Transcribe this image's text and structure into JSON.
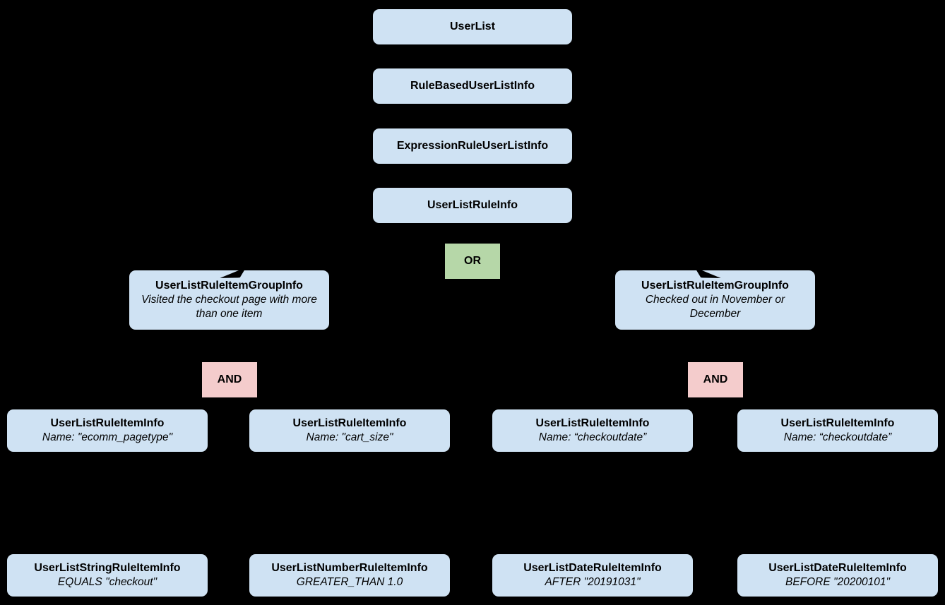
{
  "diagram": {
    "background": "#000000",
    "colors": {
      "node_fill": "#cfe2f3",
      "or_fill": "#b6d7a8",
      "and_fill": "#f4cccc",
      "text": "#000000"
    },
    "chain": [
      {
        "label": "UserList"
      },
      {
        "label": "RuleBasedUserListInfo"
      },
      {
        "label": "ExpressionRuleUserListInfo"
      },
      {
        "label": "UserListRuleInfo"
      }
    ],
    "or_label": "OR",
    "and_left_label": "AND",
    "and_right_label": "AND",
    "groups": [
      {
        "title": "UserListRuleItemGroupInfo",
        "subtitle": "Visited the checkout page with more than one item"
      },
      {
        "title": "UserListRuleItemGroupInfo",
        "subtitle": "Checked out in November or December"
      }
    ],
    "rule_items": [
      {
        "title": "UserListRuleItemInfo",
        "subtitle": "Name: \"ecomm_pagetype\""
      },
      {
        "title": "UserListRuleItemInfo",
        "subtitle": "Name: \"cart_size\""
      },
      {
        "title": "UserListRuleItemInfo",
        "subtitle": "Name: “checkoutdate”"
      },
      {
        "title": "UserListRuleItemInfo",
        "subtitle": "Name: “checkoutdate”"
      }
    ],
    "leaves": [
      {
        "title": "UserListStringRuleItemInfo",
        "subtitle": "EQUALS \"checkout\""
      },
      {
        "title": "UserListNumberRuleItemInfo",
        "subtitle": "GREATER_THAN 1.0"
      },
      {
        "title": "UserListDateRuleItemInfo",
        "subtitle": "AFTER \"20191031\""
      },
      {
        "title": "UserListDateRuleItemInfo",
        "subtitle": "BEFORE \"20200101\""
      }
    ]
  }
}
